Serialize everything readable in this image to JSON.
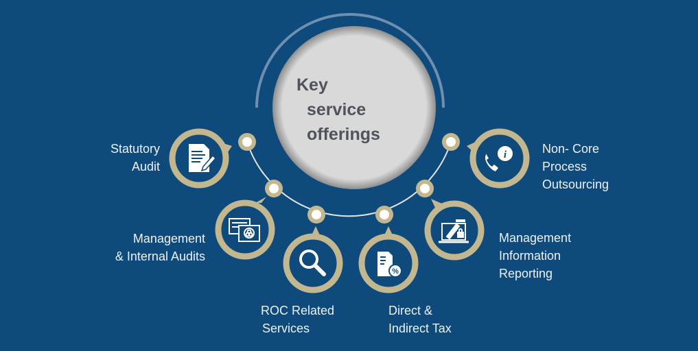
{
  "title": {
    "line1": "Key",
    "line2": "service",
    "line3": "offerings"
  },
  "services": [
    {
      "line1": "Statutory",
      "line2": "Audit",
      "icon": "document-edit-icon"
    },
    {
      "line1": "Management",
      "line2": "& Internal Audits",
      "icon": "audit-report-icon"
    },
    {
      "line1": "ROC Related",
      "line2": "Services",
      "icon": "magnifier-icon"
    },
    {
      "line1": "Direct &",
      "line2": "Indirect Tax",
      "icon": "tax-document-icon"
    },
    {
      "line1": "Management",
      "line2": "Information",
      "line3": "Reporting",
      "icon": "secure-laptop-icon"
    },
    {
      "line1": "Non- Core",
      "line2": "Process",
      "line3": "Outsourcing",
      "icon": "phone-info-icon"
    }
  ],
  "colors": {
    "background": "#0e4a7b",
    "accent": "#c3b78f",
    "center": "#d9d9d9"
  }
}
